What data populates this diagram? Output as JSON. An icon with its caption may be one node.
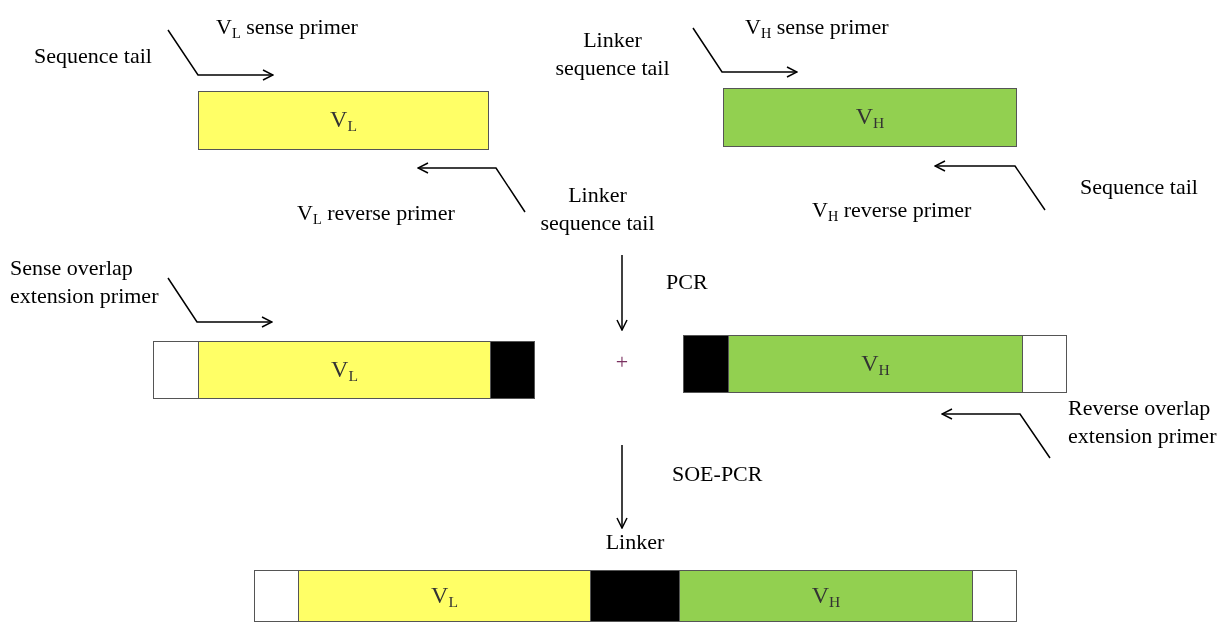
{
  "diagram": {
    "nodes": [
      {
        "text": [
          "V$_{L}$"
        ]
      },
      {
        "text": [
          "V$_{H}$"
        ]
      },
      {
        "text": [],
        "shape": "box"
      },
      {
        "text": [
          "V$_{L}$"
        ]
      },
      {
        "text": [],
        "shape": "box"
      },
      {
        "text": [
          "+"
        ]
      },
      {
        "text": [],
        "shape": "box"
      },
      {
        "text": [
          "V$_{H}$"
        ]
      },
      {
        "text": [],
        "shape": "box"
      },
      {
        "text": [],
        "shape": "box"
      },
      {
        "text": [
          "V$_{L}$"
        ]
      },
      {
        "text": [
          "Linker"
        ]
      },
      {
        "text": [
          "V$_{H}$"
        ]
      },
      {
        "text": [],
        "shape": "box"
      }
    ],
    "edges": [
      {
        "from": null,
        "to": 5,
        "arrow": "to",
        "label": "PCR"
      },
      {
        "from": null,
        "to": 11,
        "arrow": "to",
        "label": "SOE-PCR"
      }
    ],
    "labels": [
      "V$_{L}$ sense primer",
      "V$_{H}$ sense primer",
      "Sequence tail",
      "Linker sequence tail",
      "Sequence tail",
      "Linker sequence tail",
      "V$_{H}$ reverse primer",
      "V$_{L}$ reverse primer",
      "Sense overlap extension primer",
      "Reverse overlap extension primer"
    ]
  }
}
